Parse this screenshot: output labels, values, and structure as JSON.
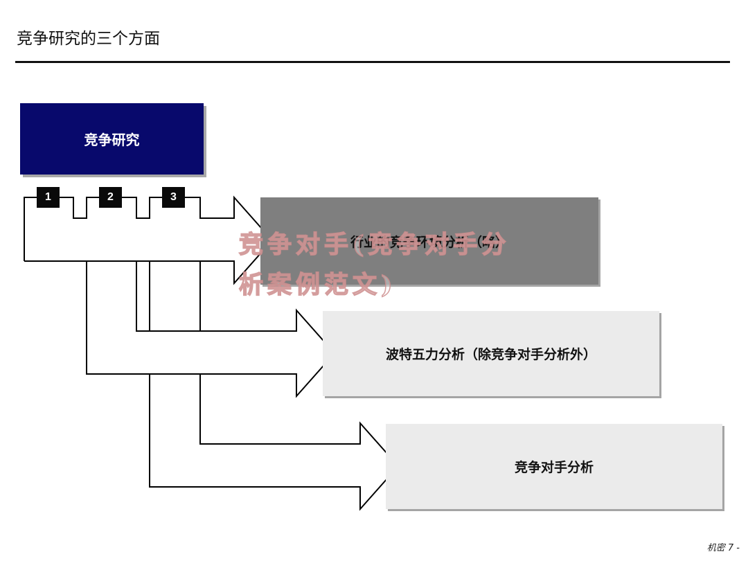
{
  "title": "竞争研究的三个方面",
  "root": {
    "label": "竞争研究"
  },
  "badges": [
    "1",
    "2",
    "3"
  ],
  "items": [
    {
      "label": "行业的竞争环境分析（略）"
    },
    {
      "label": "波特五力分析（除竞争对手分析外）"
    },
    {
      "label": "竞争对手分析"
    }
  ],
  "watermark": {
    "line1": "竞争对手(竞争对手分",
    "line2": "析案例范文)"
  },
  "footer": "机密 7 -",
  "colors": {
    "root_fill": "#08096c",
    "box1_fill": "#7f7f7f",
    "box_fill": "#ebebeb",
    "watermark_stroke": "#cd8c8c"
  }
}
